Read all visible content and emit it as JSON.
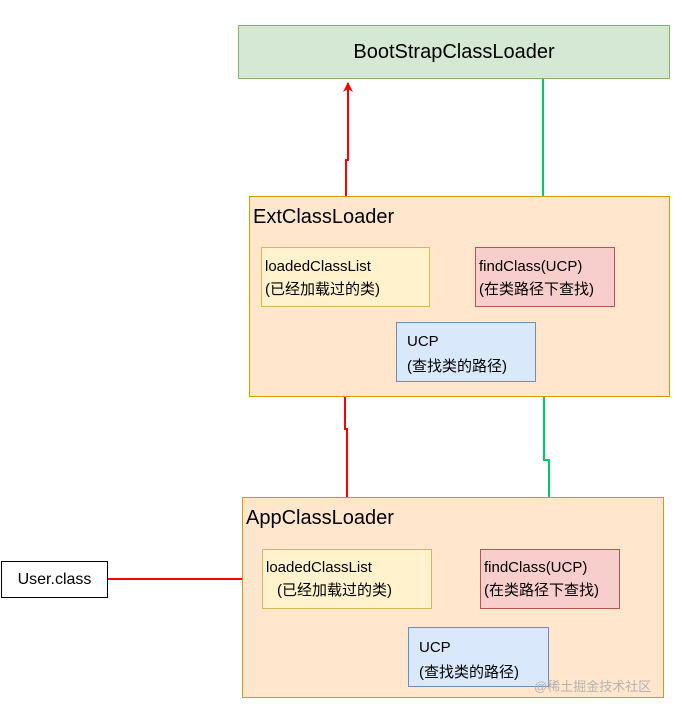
{
  "nodes": {
    "bootstrap": {
      "label": "BootStrapClassLoader"
    },
    "ext": {
      "title": "ExtClassLoader",
      "loaded": {
        "line1": "loadedClassList",
        "line2": "(已经加载过的类)"
      },
      "find": {
        "line1": "findClass(UCP)",
        "line2": "(在类路径下查找)"
      },
      "ucp": {
        "line1": "UCP",
        "line2": "(查找类的路径)"
      }
    },
    "app": {
      "title": "AppClassLoader",
      "loaded": {
        "line1": "loadedClassList",
        "line2": "(已经加载过的类)"
      },
      "find": {
        "line1": "findClass(UCP)",
        "line2": "(在类路径下查找)"
      },
      "ucp": {
        "line1": "UCP",
        "line2": "(查找类的路径)"
      }
    },
    "user": {
      "label": "User.class"
    }
  },
  "watermark": "@稀土掘金技术社区",
  "colors": {
    "delegate_arrow": "#ff0000",
    "find_arrow": "#00cc66",
    "root_fill": "#d5e8d4",
    "loader_fill": "#ffe6cc",
    "loaded_fill": "#fff2cc",
    "find_fill": "#f8cecc",
    "ucp_fill": "#dae8fc"
  }
}
